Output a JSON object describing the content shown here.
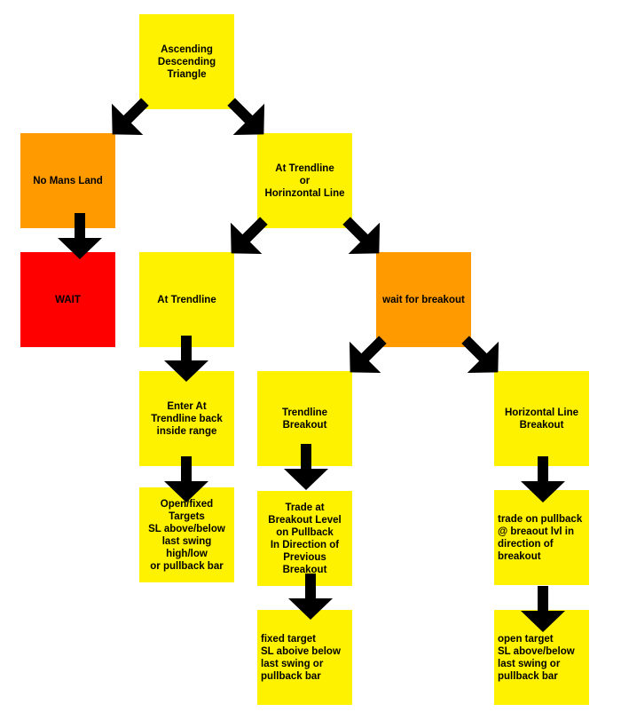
{
  "nodes": {
    "asc_desc_triangle": "Ascending\nDescending\nTriangle",
    "no_mans_land": "No Mans Land",
    "wait": "WAIT",
    "at_trendline_or_horizontal": "At Trendline\nor\nHorinzontal Line",
    "at_trendline": "At Trendline",
    "wait_for_breakout": "wait for breakout",
    "enter_at_trendline": "Enter At\nTrendline back\ninside range",
    "open_fixed_targets": "Open/fixed\nTargets\nSL above/below\nlast swing\nhigh/low\nor pullback bar",
    "trendline_breakout": "Trendline\nBreakout",
    "trade_at_breakout_level": "Trade at\nBreakout Level\non Pullback\nIn Direction of\nPrevious\nBreakout",
    "fixed_target": "fixed target\nSL aboive below\nlast swing or\npullback bar",
    "horizontal_line_breakout": "Horizontal Line\nBreakout",
    "trade_on_pullback": "trade on pullback\n@ breaout lvl in\ndirection of breakout",
    "open_target": "open target\nSL above/below\nlast swing or\npullback bar"
  },
  "colors": {
    "yellow": "#fff200",
    "orange": "#ff9a00",
    "red": "#ff0000",
    "arrow": "#000000"
  }
}
